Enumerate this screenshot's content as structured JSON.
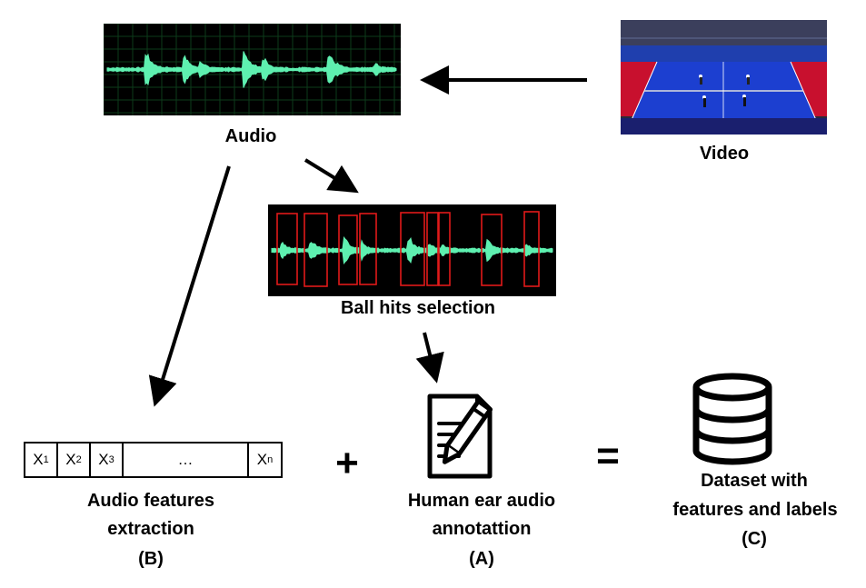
{
  "labels": {
    "audio": "Audio",
    "video": "Video",
    "ball_hits": "Ball hits selection",
    "features_line1": "Audio features",
    "features_line2": "extraction",
    "features_tag": "(B)",
    "annotation_line1": "Human ear audio",
    "annotation_line2": "annotattion",
    "annotation_tag": "(A)",
    "dataset_line1": "Dataset with",
    "dataset_line2": "features and labels",
    "dataset_tag": "(C)"
  },
  "feature_vector": {
    "cells": [
      {
        "main": "X",
        "sub": "1"
      },
      {
        "main": "X",
        "sub": "2"
      },
      {
        "main": "X",
        "sub": "3"
      },
      {
        "main": "…",
        "sub": ""
      },
      {
        "main": "X",
        "sub": "n"
      }
    ]
  },
  "operators": {
    "plus": "+",
    "equals": "="
  },
  "colors": {
    "waveform": "#5ef0b0",
    "panel_bg": "#000000",
    "grid": "#0d3b1a",
    "hit_box": "#e01a1a",
    "court_blue": "#1c3fd0",
    "court_red": "#c8102e"
  },
  "icons": {
    "annotation": "document-pencil-icon",
    "dataset": "database-icon"
  }
}
